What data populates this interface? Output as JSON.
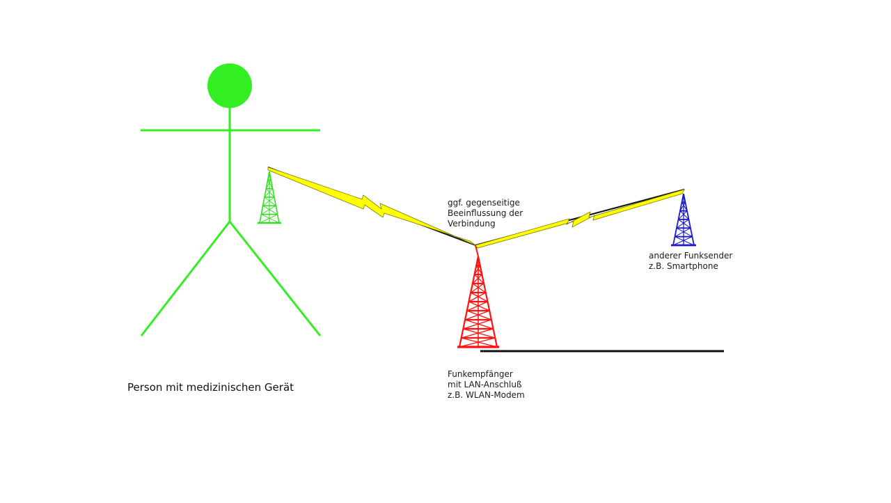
{
  "colors": {
    "person": "#33ee22",
    "device_tower": "#33dd22",
    "receiver_tower": "#ff1111",
    "other_tower": "#1a1acc",
    "radio_link": "#ffff00",
    "line": "#111111"
  },
  "labels": {
    "person_caption": "Person mit medizinischen Gerät",
    "interference": [
      "ggf. gegenseitige",
      "Beeinflussung der",
      "Verbindung"
    ],
    "receiver": [
      "Funkempfänger",
      "mit LAN-Anschluß",
      "z.B. WLAN-Modem"
    ],
    "other_transmitter": [
      "anderer Funksender",
      "z.B. Smartphone"
    ]
  }
}
